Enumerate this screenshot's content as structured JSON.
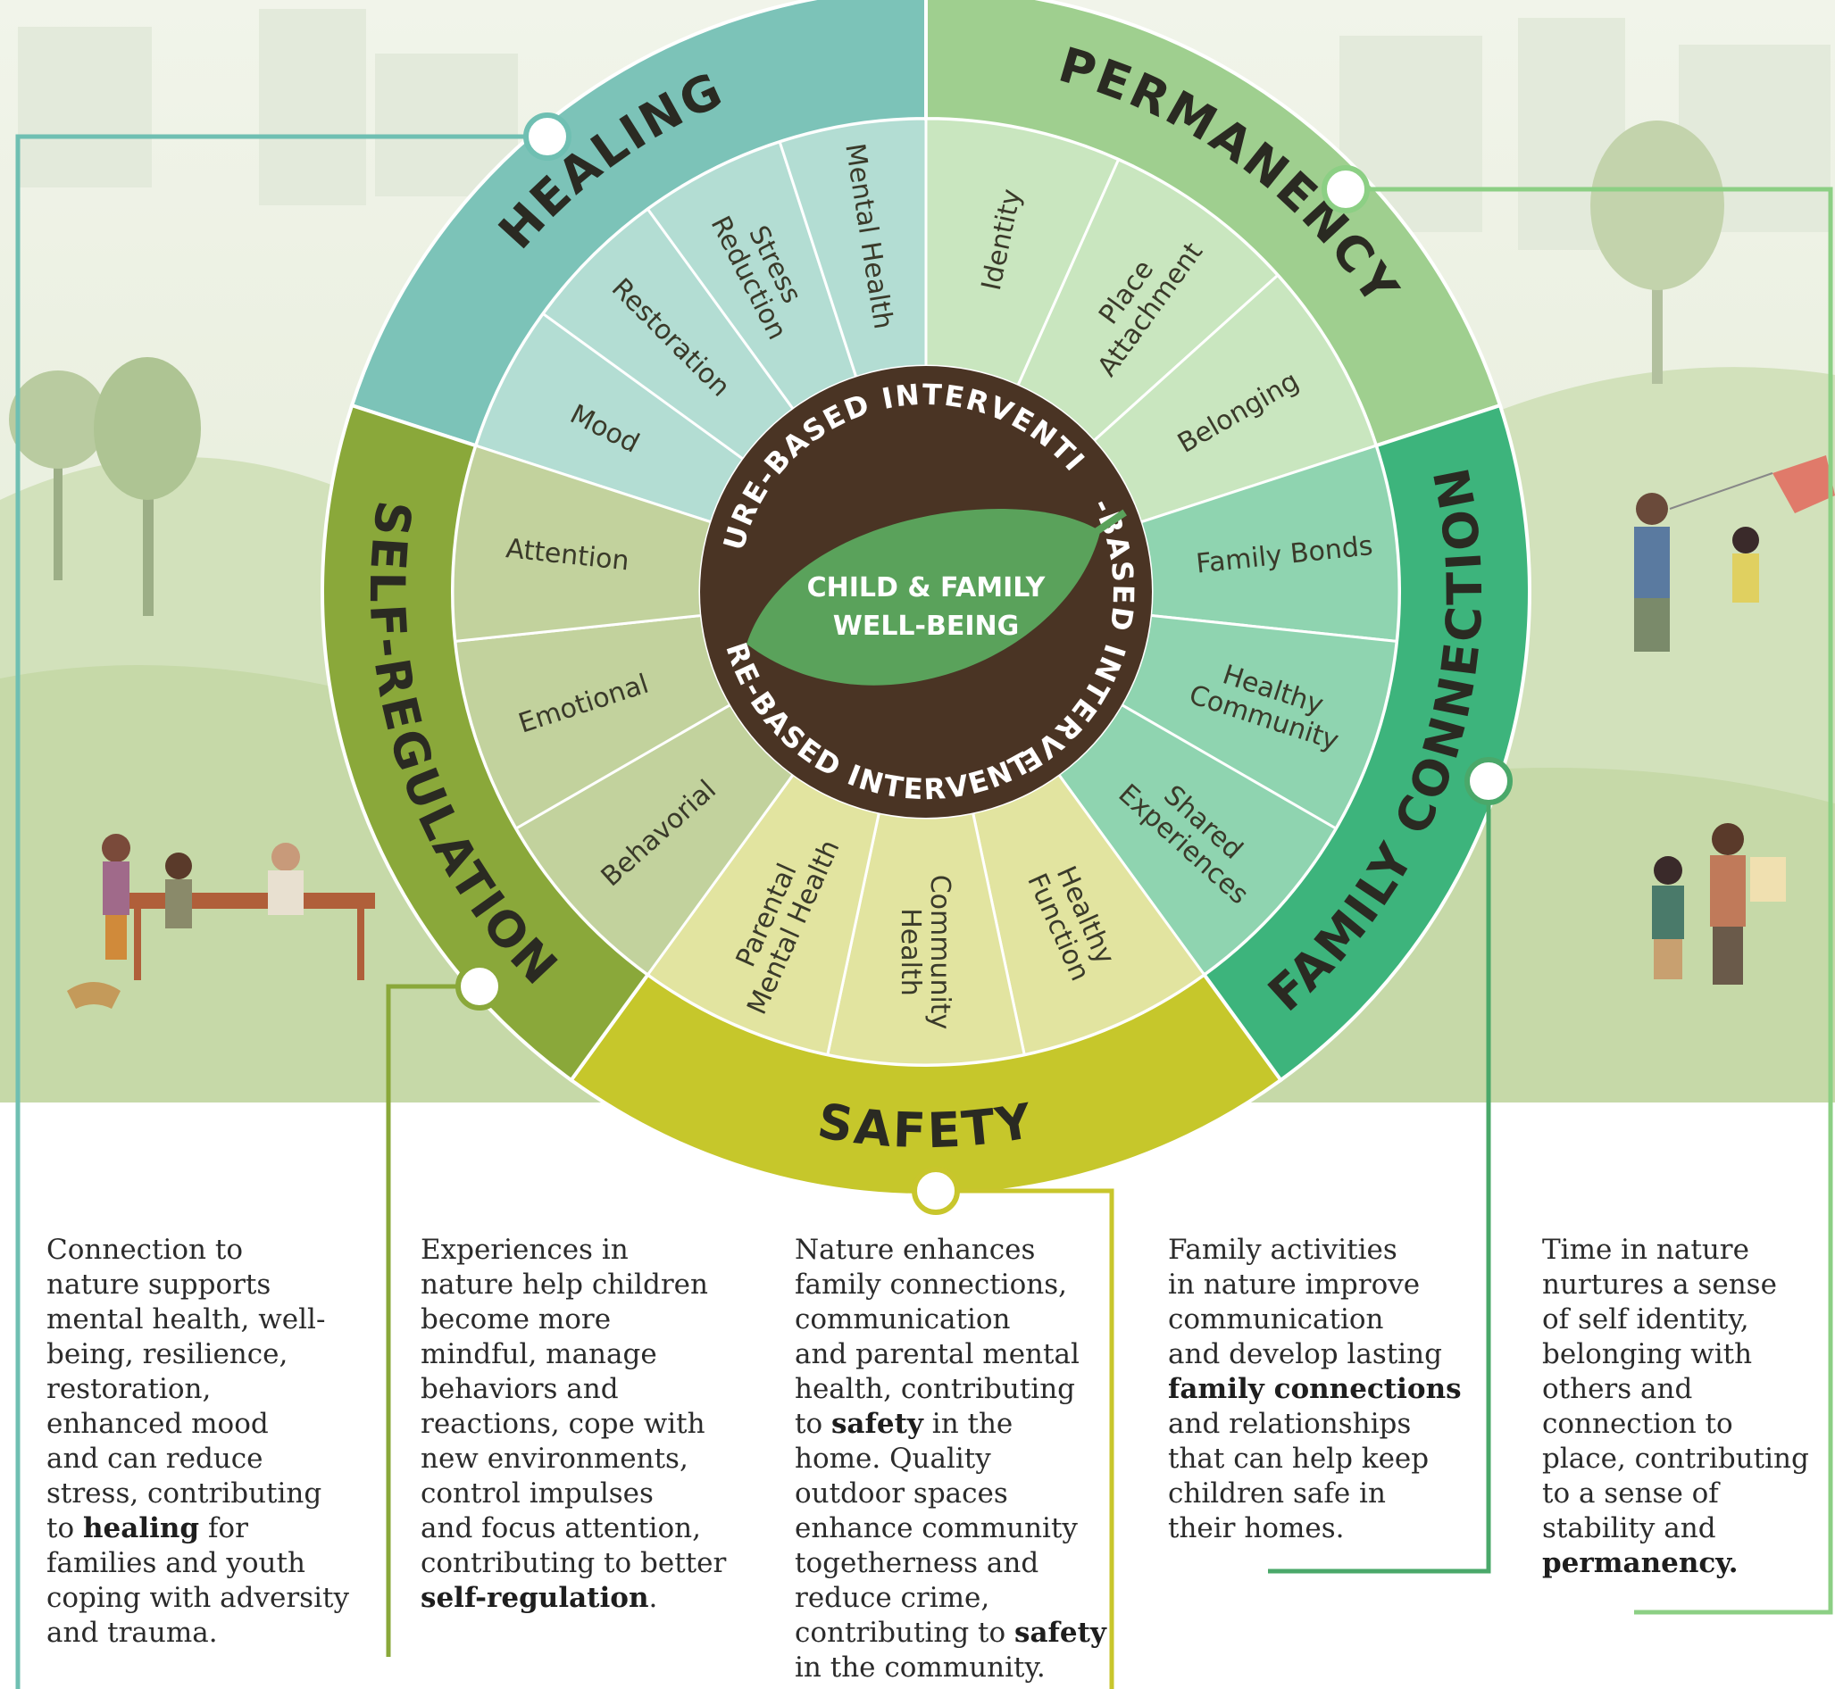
{
  "center": {
    "label_line1": "CHILD & FAMILY",
    "label_line2": "WELL-BEING",
    "ring_text_top": "NATURE-BASED INTERVENTIONS",
    "ring_text_side": "NATURE-BASED INTERVENTIONS",
    "ring_text_bottom": "NATURE-BASED INTERVENTIONS"
  },
  "domains": [
    {
      "name": "HEALING",
      "color": "#7cc3b8",
      "inner_color": "#b3ddd3",
      "items": [
        "Mood",
        "Restoration",
        "Stress\nReduction",
        "Mental Health"
      ]
    },
    {
      "name": "PERMANENCY",
      "color": "#9fcf8f",
      "inner_color": "#c9e6bf",
      "items": [
        "Identity",
        "Place\nAttachment",
        "Belonging"
      ]
    },
    {
      "name": "FAMILY CONNECTION",
      "color": "#3db47c",
      "inner_color": "#8fd4b0",
      "items": [
        "Family Bonds",
        "Healthy\nCommunity",
        "Shared\nExperiences"
      ]
    },
    {
      "name": "SAFETY",
      "color": "#c6c72b",
      "inner_color": "#e2e4a0",
      "items": [
        "Healthy\nFunction",
        "Community\nHealth",
        "Parental\nMental Health"
      ]
    },
    {
      "name": "SELF-REGULATION",
      "color": "#8aa83a",
      "inner_color": "#c2d29d",
      "items": [
        "Behavorial",
        "Emotional",
        "Attention"
      ]
    }
  ],
  "descriptions": [
    {
      "parts": [
        {
          "t": "Connection to\nnature supports\nmental health, well-\nbeing, resilience,\nrestoration,\nenhanced mood\nand can reduce\nstress, contributing\nto "
        },
        {
          "t": "healing",
          "b": true
        },
        {
          "t": " for\nfamilies and youth\ncoping with adversity\nand trauma."
        }
      ]
    },
    {
      "parts": [
        {
          "t": "Experiences in\nnature help children\nbecome more\nmindful, manage\nbehaviors and\nreactions, cope with\nnew environments,\ncontrol impulses\nand focus attention,\ncontributing to better\n"
        },
        {
          "t": "self-regulation",
          "b": true
        },
        {
          "t": "."
        }
      ]
    },
    {
      "parts": [
        {
          "t": "Nature enhances\nfamily connections,\ncommunication\nand parental mental\nhealth, contributing\nto "
        },
        {
          "t": "safety",
          "b": true
        },
        {
          "t": " in the\nhome. Quality\noutdoor spaces\nenhance community\ntogetherness and\nreduce crime,\ncontributing to "
        },
        {
          "t": "safety",
          "b": true
        },
        {
          "t": "\nin the community."
        }
      ]
    },
    {
      "parts": [
        {
          "t": "Family activities\nin nature improve\ncommunication\nand develop lasting\n"
        },
        {
          "t": "family connections",
          "b": true
        },
        {
          "t": "\nand relationships\nthat can help keep\nchildren safe in\ntheir homes."
        }
      ]
    },
    {
      "parts": [
        {
          "t": "Time in nature\nnurtures a sense\nof self identity,\nbelonging with\nothers and\nconnection to\nplace, contributing\nto a sense of\nstability and\n"
        },
        {
          "t": "permanency.",
          "b": true
        }
      ]
    }
  ],
  "colors": {
    "center_brown": "#4a3424",
    "leaf_green": "#5aa25b",
    "line_healing": "#6fbfb2",
    "line_selfreg": "#8aa83a",
    "line_safety": "#c8c62c",
    "line_family": "#4aa86a",
    "line_permanency": "#8ccf84"
  }
}
